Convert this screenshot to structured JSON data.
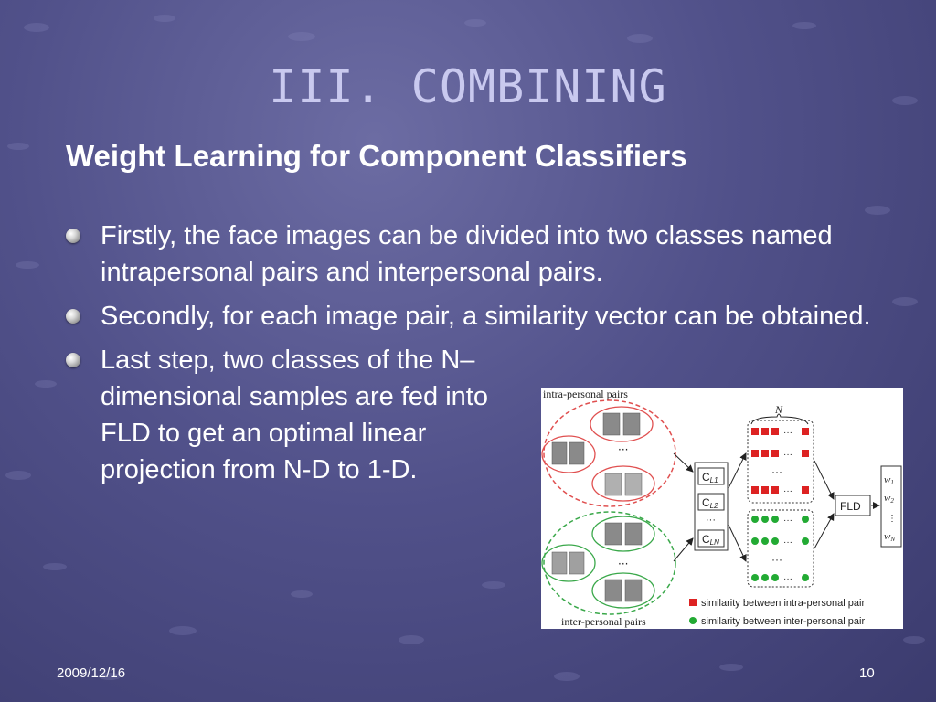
{
  "slide": {
    "title": "III. COMBINING",
    "subtitle": "Weight Learning for Component Classifiers",
    "bullets": [
      "Firstly, the face images can be divided into two classes named intrapersonal pairs and interpersonal pairs.",
      "Secondly, for each image pair, a similarity vector can be obtained.",
      "Last step, two classes of the N–dimensional samples are fed into FLD to get an optimal linear projection from N-D to 1-D."
    ],
    "footer": {
      "date": "2009/12/16",
      "page": "10"
    }
  },
  "figure": {
    "intra_label": "intra-personal pairs",
    "inter_label": "inter-personal pairs",
    "n_label": "N",
    "classifiers": [
      "C",
      "C",
      "C"
    ],
    "classifier_subs": [
      "L1",
      "L2",
      "LN"
    ],
    "fld_label": "FLD",
    "weights": [
      "w",
      "w",
      "w"
    ],
    "weight_subs": [
      "1",
      "2",
      "N"
    ],
    "legend_intra": "similarity between intra-personal pair",
    "legend_inter": "similarity between inter-personal pair",
    "colors": {
      "intra": "#dd2222",
      "inter": "#22aa33",
      "ellipse_red": "#e05050",
      "ellipse_green": "#3aa84a"
    }
  }
}
